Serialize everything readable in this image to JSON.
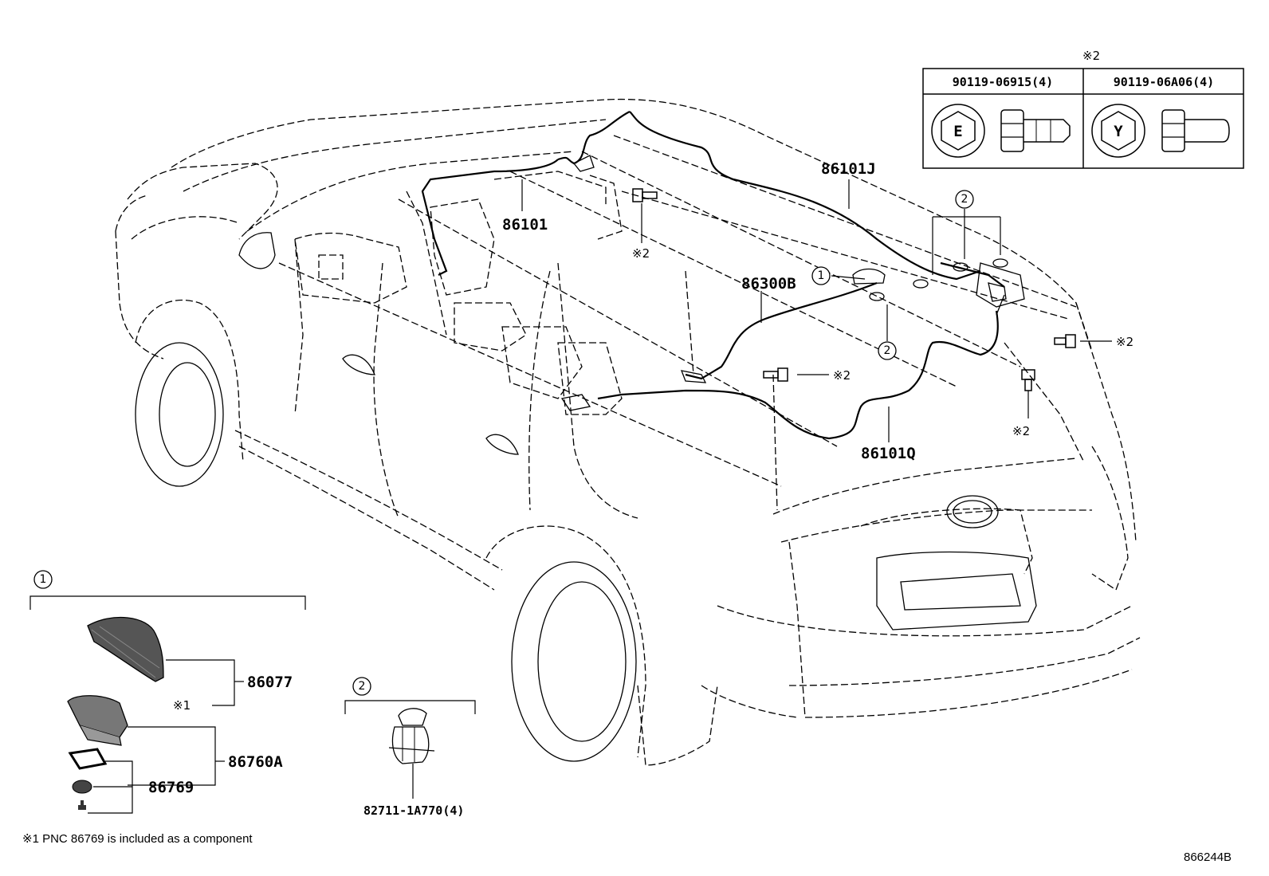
{
  "fastener_table": {
    "mark": "※2",
    "columns": [
      {
        "part_no": "90119-06915(4)",
        "symbol": "E"
      },
      {
        "part_no": "90119-06A06(4)",
        "symbol": "Y"
      }
    ]
  },
  "parts": {
    "p86101J": "86101J",
    "p86101": "86101",
    "p86300B": "86300B",
    "p86101Q": "86101Q",
    "p86077": "86077",
    "p86760A": "86760A",
    "p86769": "86769",
    "p82711": "82711-1A770(4)"
  },
  "marks": {
    "m2": "※2",
    "m1": "※1"
  },
  "callouts": {
    "c1": "1",
    "c2": "2"
  },
  "footnote": "※1 PNC 86769 is included as a component",
  "diagram_id": "866244B",
  "icons": {
    "antenna_cover": "shark-fin-antenna-icon",
    "antenna_base": "antenna-base-icon",
    "gasket": "gasket-icon",
    "nut": "nut-icon",
    "bolt": "bolt-icon",
    "clamp": "wire-clamp-icon",
    "car": "suv-outline"
  }
}
